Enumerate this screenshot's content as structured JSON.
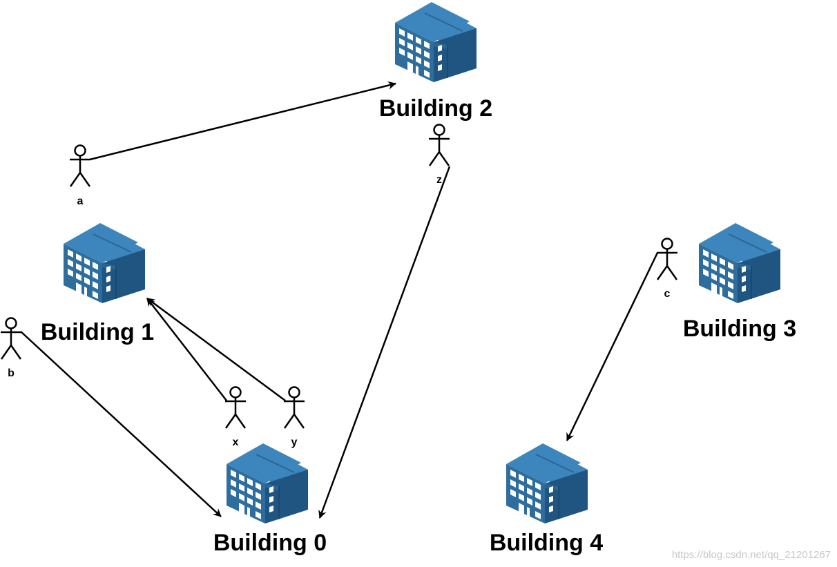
{
  "colors": {
    "building_front": "#2d6e9e",
    "building_side": "#1f5580",
    "building_top": "#3d86bd",
    "window": "#ffffff",
    "line": "#000000",
    "watermark": "#c8c8c8"
  },
  "buildings": [
    {
      "id": "b0",
      "label": "Building 0",
      "icon": "office-building-icon"
    },
    {
      "id": "b1",
      "label": "Building 1",
      "icon": "office-building-icon"
    },
    {
      "id": "b2",
      "label": "Building 2",
      "icon": "office-building-icon"
    },
    {
      "id": "b3",
      "label": "Building 3",
      "icon": "office-building-icon"
    },
    {
      "id": "b4",
      "label": "Building 4",
      "icon": "office-building-icon"
    }
  ],
  "people": [
    {
      "id": "a",
      "label": "a",
      "icon": "stick-figure-icon"
    },
    {
      "id": "b",
      "label": "b",
      "icon": "stick-figure-icon"
    },
    {
      "id": "c",
      "label": "c",
      "icon": "stick-figure-icon"
    },
    {
      "id": "x",
      "label": "x",
      "icon": "stick-figure-icon"
    },
    {
      "id": "y",
      "label": "y",
      "icon": "stick-figure-icon"
    },
    {
      "id": "z",
      "label": "z",
      "icon": "stick-figure-icon"
    }
  ],
  "edges": [
    {
      "from": "a",
      "to": "Building 2"
    },
    {
      "from": "b",
      "to": "Building 0"
    },
    {
      "from": "x",
      "to": "Building 1"
    },
    {
      "from": "y",
      "to": "Building 1"
    },
    {
      "from": "z",
      "to": "Building 0"
    },
    {
      "from": "c",
      "to": "Building 4"
    }
  ],
  "watermark": "https://blog.csdn.net/qq_21201267"
}
